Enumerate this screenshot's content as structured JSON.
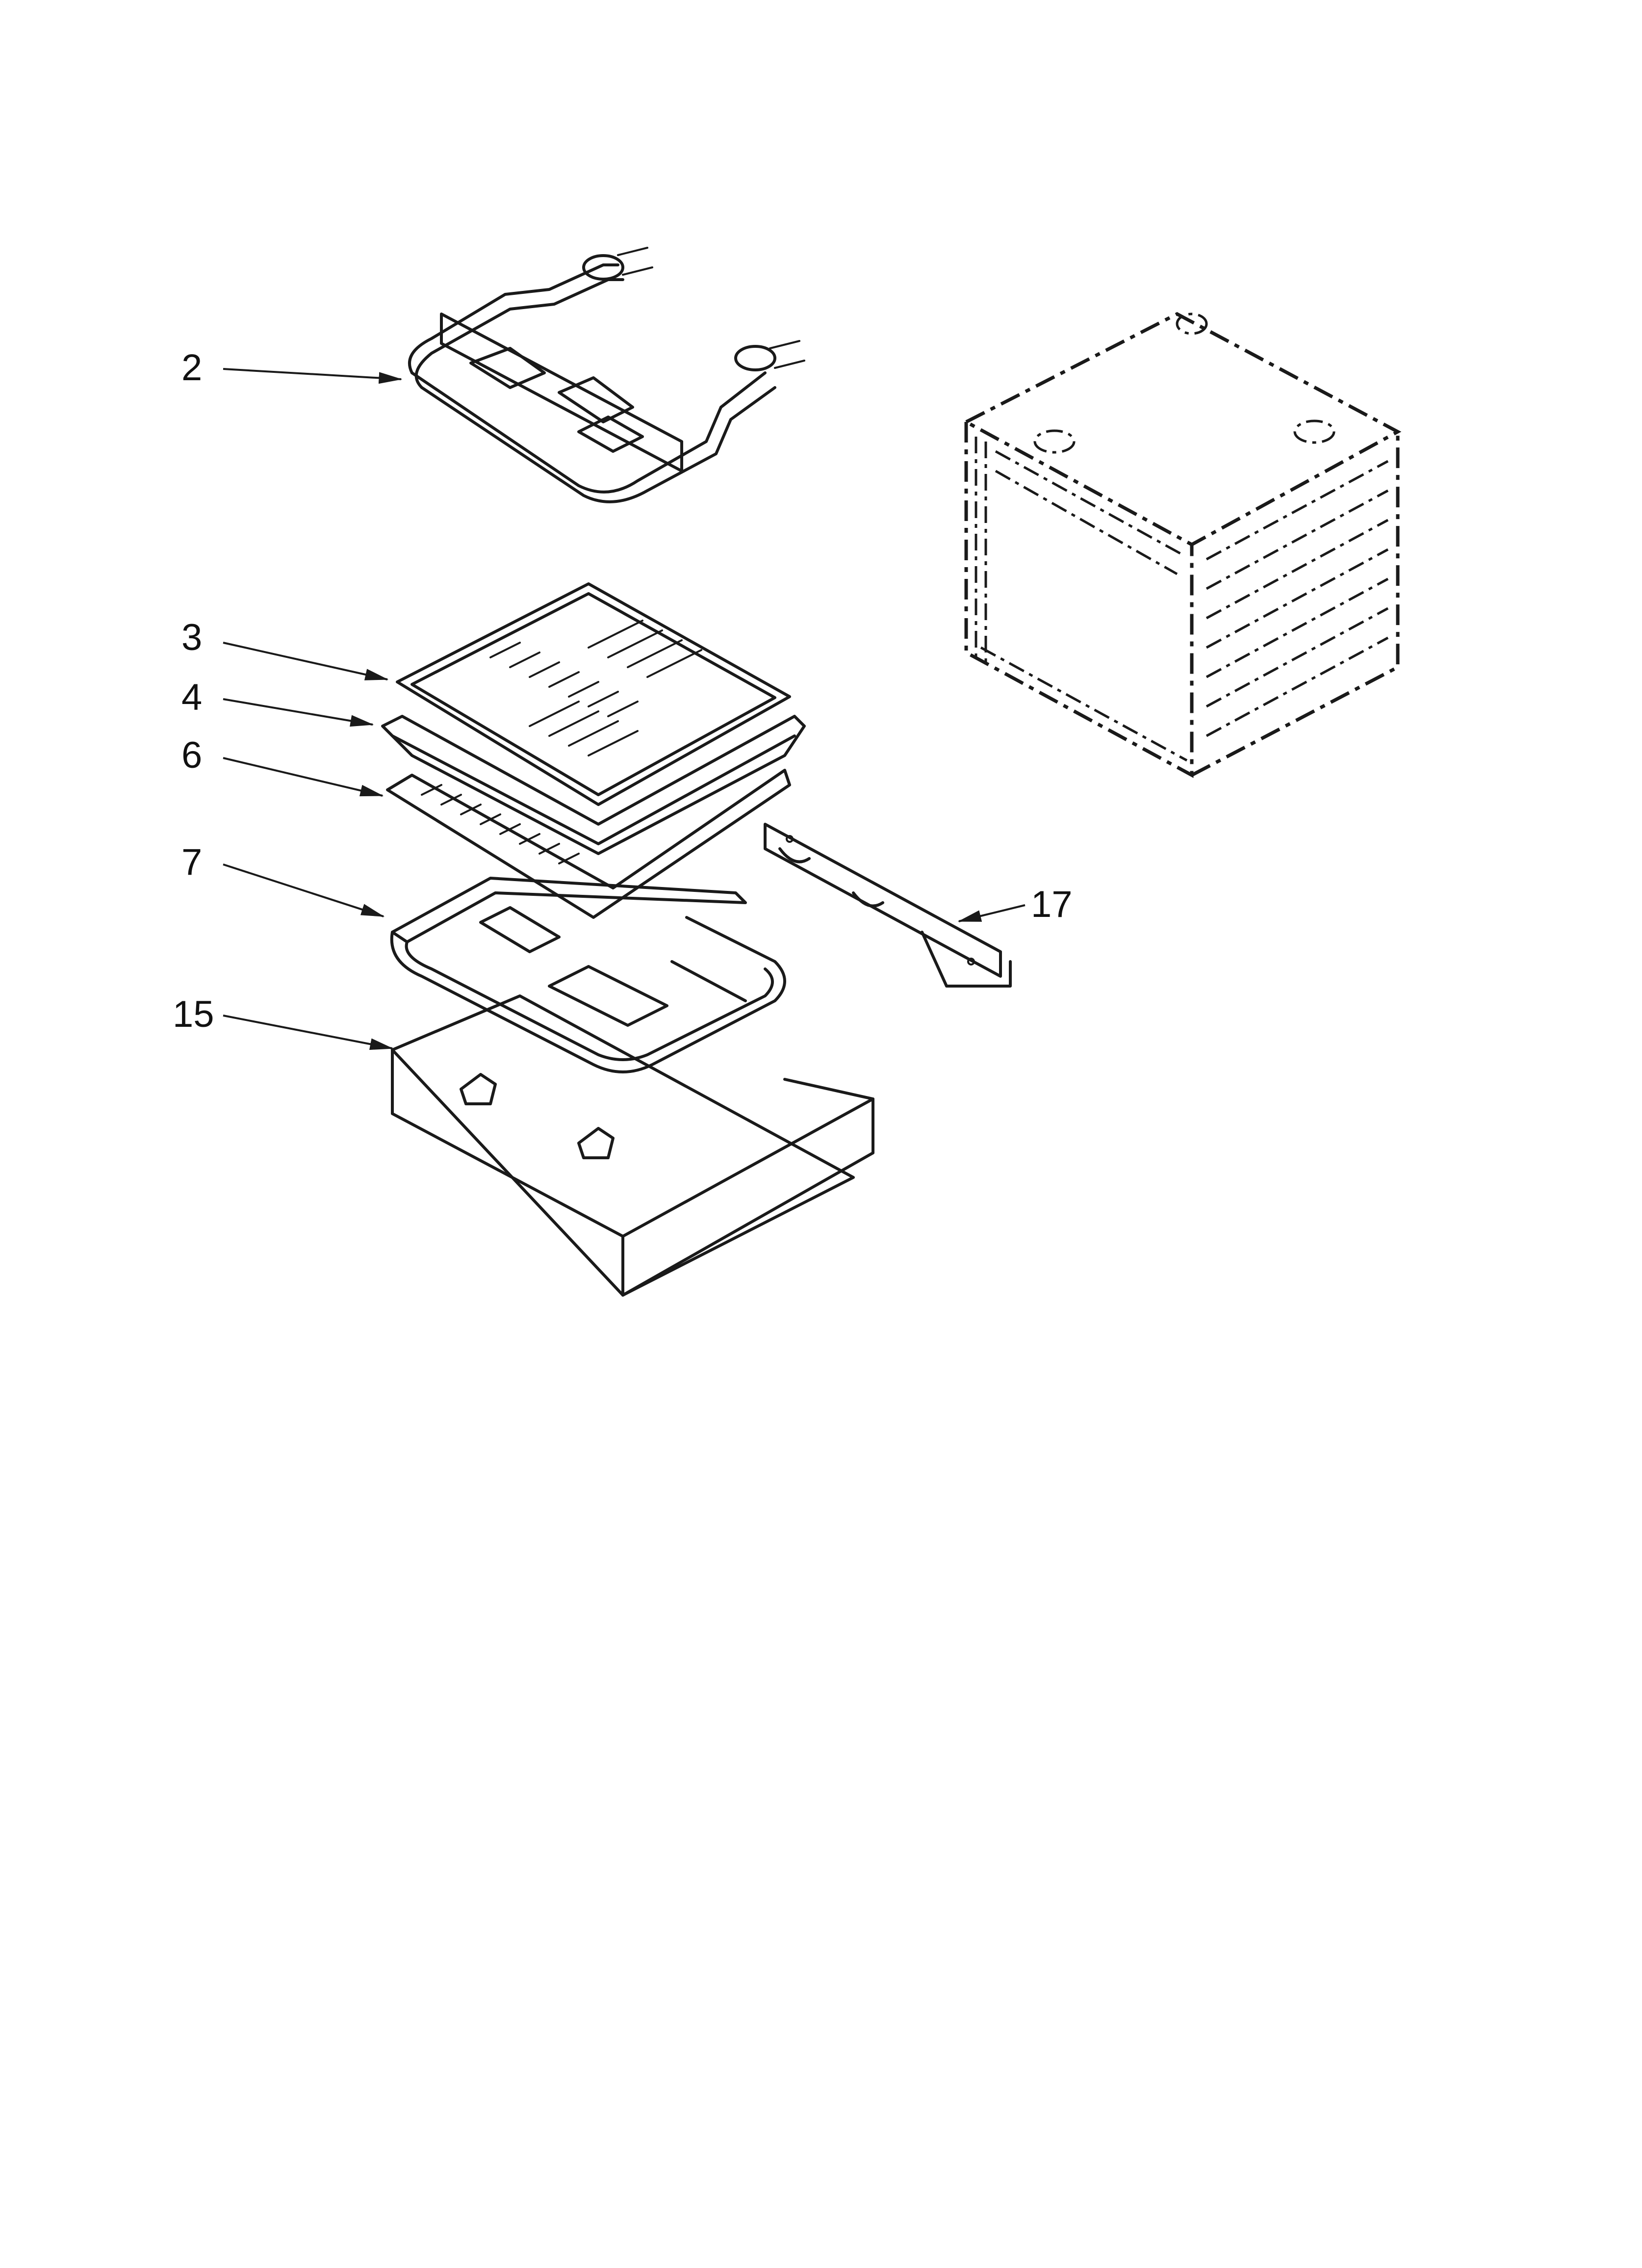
{
  "diagram": {
    "callouts": [
      {
        "id": "2",
        "label": "2"
      },
      {
        "id": "3",
        "label": "3"
      },
      {
        "id": "4",
        "label": "4"
      },
      {
        "id": "6",
        "label": "6"
      },
      {
        "id": "7",
        "label": "7"
      },
      {
        "id": "15",
        "label": "15"
      },
      {
        "id": "17",
        "label": "17"
      }
    ]
  }
}
